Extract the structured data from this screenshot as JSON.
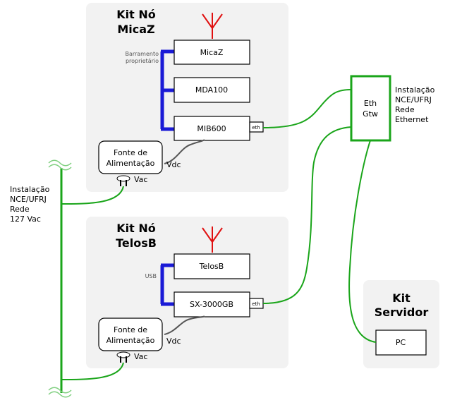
{
  "kit_micaz": {
    "title_line1": "Kit Nó",
    "title_line2": "MicaZ",
    "board_micaz": "MicaZ",
    "board_mda100": "MDA100",
    "board_mib600": "MIB600",
    "bus_label_line1": "Barramento",
    "bus_label_line2": "proprietário",
    "eth_port": "eth",
    "power_line1": "Fonte de",
    "power_line2": "Alimentação",
    "vdc": "Vdc",
    "vac": "Vac"
  },
  "kit_telosb": {
    "title_line1": "Kit Nó",
    "title_line2": "TelosB",
    "board_telosb": "TelosB",
    "board_sx3000": "SX-3000GB",
    "bus_label": "USB",
    "eth_port": "eth",
    "power_line1": "Fonte de",
    "power_line2": "Alimentação",
    "vdc": "Vdc",
    "vac": "Vac"
  },
  "kit_servidor": {
    "title_line1": "Kit",
    "title_line2": "Servidor",
    "pc": "PC"
  },
  "eth_gateway": {
    "line1": "Eth",
    "line2": "Gtw"
  },
  "ethernet_install": {
    "line1": "Instalação",
    "line2": "NCE/UFRJ",
    "line3": "Rede",
    "line4": "Ethernet"
  },
  "power_install": {
    "line1": "Instalação",
    "line2": "NCE/UFRJ",
    "line3": "Rede",
    "line4": "127 Vac"
  },
  "colors": {
    "ethernet": "#1aa51a",
    "bus": "#1a1ad6",
    "antenna": "#e01010",
    "dc": "#555555"
  }
}
